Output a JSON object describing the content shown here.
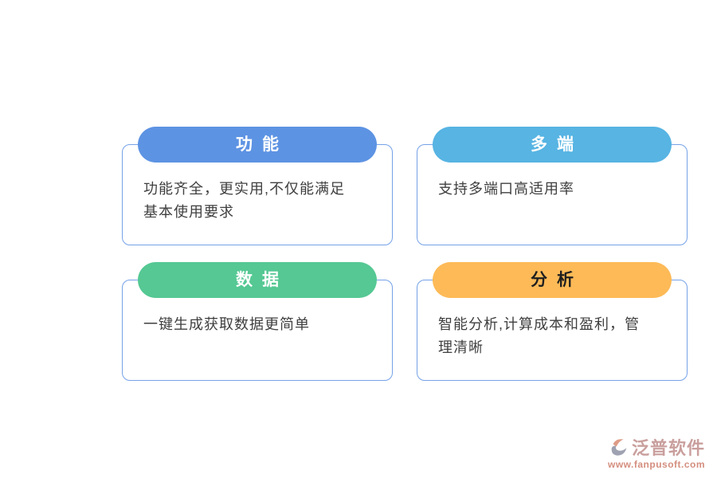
{
  "page": {
    "background_color": "#ffffff",
    "card_border_color": "#75A2E8",
    "body_text_color": "#3F3F3F"
  },
  "cards": [
    {
      "title": "功能",
      "pill_color": "#5D93E3",
      "title_color": "#ffffff",
      "body_lines": [
        "功能齐全，更实用,不仅能满足",
        "基本使用要求"
      ]
    },
    {
      "title": "多端",
      "pill_color": "#57B4E3",
      "title_color": "#ffffff",
      "body_lines": [
        "支持多端口高适用率"
      ]
    },
    {
      "title": "数据",
      "pill_color": "#55C893",
      "title_color": "#ffffff",
      "body_lines": [
        "一键生成获取数据更简单"
      ]
    },
    {
      "title": "分析",
      "pill_color": "#FDBA57",
      "title_color": "#1F1F1F",
      "body_lines": [
        "智能分析,计算成本和盈利，管",
        "理清晰"
      ]
    }
  ],
  "watermark": {
    "brand": "泛普软件",
    "url": "www.fanpusoft.com",
    "brand_color": "#C08F8D",
    "url_color": "#CD7B68",
    "icon_gray": "#8E92A4",
    "icon_red": "#D98B72"
  }
}
